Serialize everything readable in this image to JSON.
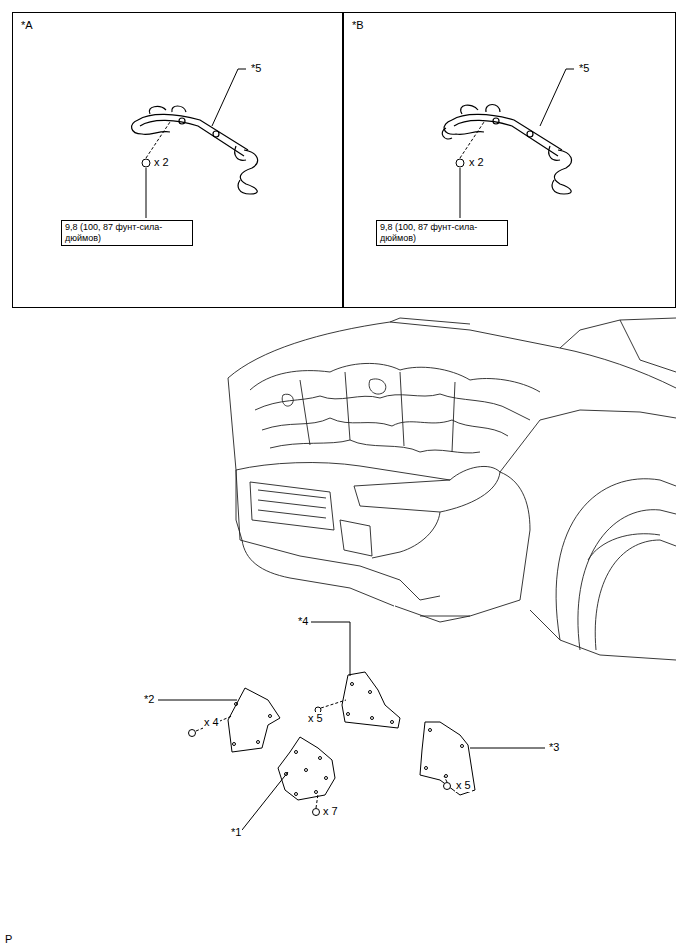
{
  "diagram": {
    "nodes": [
      {
        "text": [
          "*A"
        ]
      },
      {
        "text": [
          "9,8 (100, 87 фунт-сила-дюймов)"
        ],
        "in": 0
      },
      {
        "text": [
          "*B"
        ]
      },
      {
        "text": [
          "9,8 (100, 87 фунт-сила-дюймов)"
        ],
        "in": 2
      }
    ],
    "labels": [
      "*5",
      "x 2",
      "*5",
      "x 2",
      "*4",
      "*2",
      "x 4",
      "x 5",
      "*3",
      "x 5",
      "*1",
      "x 7",
      "P"
    ]
  }
}
